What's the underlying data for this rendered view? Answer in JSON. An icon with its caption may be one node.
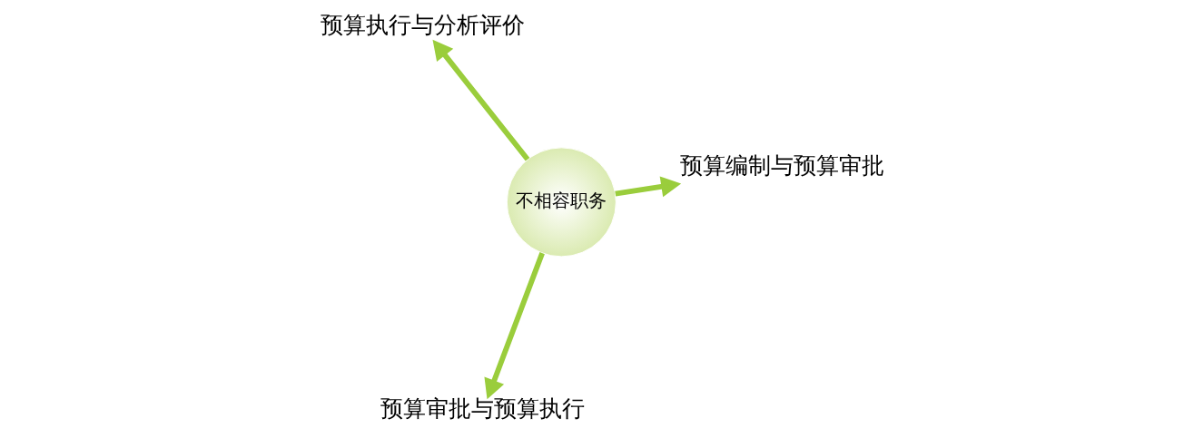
{
  "diagram": {
    "nodes": [
      {
        "text": [
          "不相容职务"
        ]
      },
      {
        "text": [
          "预算编制与预算审批"
        ]
      },
      {
        "text": [
          "预算审批与预算执行"
        ]
      },
      {
        "text": [
          "预算执行与分析评价"
        ]
      }
    ],
    "edges": [
      {
        "from": 0,
        "to": 1,
        "arrow": "to"
      },
      {
        "from": 0,
        "to": 2,
        "arrow": "to"
      },
      {
        "from": 0,
        "to": 3,
        "arrow": "to"
      }
    ]
  }
}
